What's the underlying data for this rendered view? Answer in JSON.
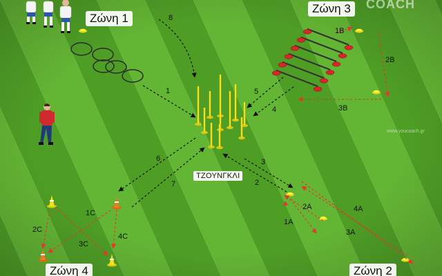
{
  "center": {
    "label": "ΤΖΟΥΝΓΚΛΙ"
  },
  "zones": {
    "z1": "Ζώνη 1",
    "z2": "Ζώνη 2",
    "z3": "Ζώνη 3",
    "z4": "Ζώνη 4"
  },
  "brand": {
    "logo": "COACH",
    "url": "www.youcoach.gr"
  },
  "paths": {
    "p1": "1",
    "p2": "2",
    "p3": "3",
    "p4": "4",
    "p5": "5",
    "p6": "6",
    "p7": "7",
    "p8": "8",
    "p1a": "1A",
    "p2a": "2A",
    "p3a": "3A",
    "p4a": "4A",
    "p1b": "1B",
    "p2b": "2B",
    "p3b": "3B",
    "p1c": "1C",
    "p2c": "2C",
    "p3c": "3C",
    "p4c": "4C"
  },
  "colors": {
    "grass_light": "#63b534",
    "grass_dark": "#4e9e26",
    "arrow_black": "#111111",
    "arrow_red": "#e23a2a",
    "pole_yellow": "#f2e21b",
    "hurdle_red": "#d9262b"
  }
}
